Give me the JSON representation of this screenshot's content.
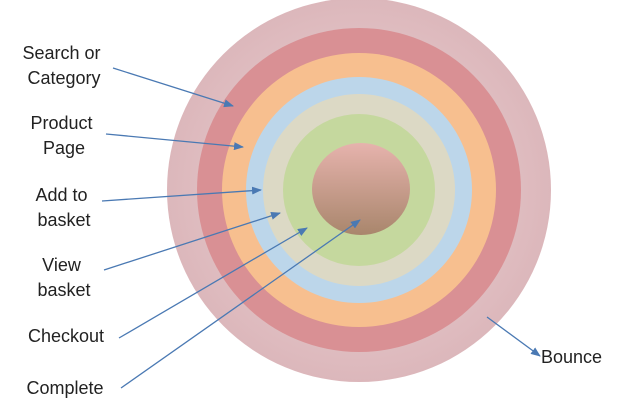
{
  "labels": {
    "search": [
      "Search or",
      "Category"
    ],
    "product": [
      "Product",
      "Page"
    ],
    "add": [
      "Add to",
      "basket"
    ],
    "view": [
      "View",
      "basket"
    ],
    "checkout": [
      "Checkout"
    ],
    "complete": [
      "Complete"
    ],
    "bounce": [
      "Bounce"
    ]
  },
  "colors": {
    "bounce_ring": "#e2c2c6",
    "search_ring": "#d99094",
    "product_ring": "#f7bf8f",
    "add_ring": "#bcd6ea",
    "view_ring": "#dcd9c5",
    "checkout_ring": "#c5d89e",
    "complete_top": "#e6b3ad",
    "complete_bottom": "#a9866c",
    "arrow": "#4a79b3"
  }
}
